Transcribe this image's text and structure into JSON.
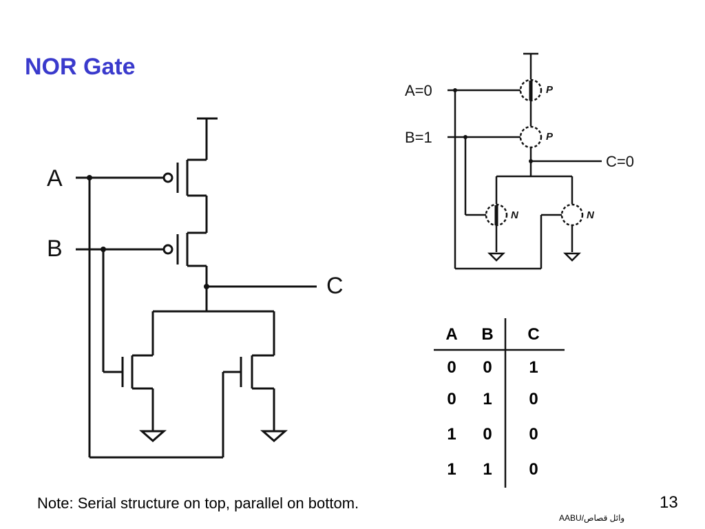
{
  "title": "NOR Gate",
  "left_circuit": {
    "input_a": "A",
    "input_b": "B",
    "output_c": "C"
  },
  "right_circuit": {
    "input_a": "A=0",
    "input_b": "B=1",
    "output_c": "C=0",
    "pmos_label": "P",
    "nmos_label": "N"
  },
  "truth_table": {
    "headers": [
      "A",
      "B",
      "C"
    ],
    "rows": [
      [
        "0",
        "0",
        "1"
      ],
      [
        "0",
        "1",
        "0"
      ],
      [
        "1",
        "0",
        "0"
      ],
      [
        "1",
        "1",
        "0"
      ]
    ]
  },
  "note": "Note: Serial structure on top, parallel on bottom.",
  "page_number": "13",
  "credit": "وائل قصاص/AABU"
}
